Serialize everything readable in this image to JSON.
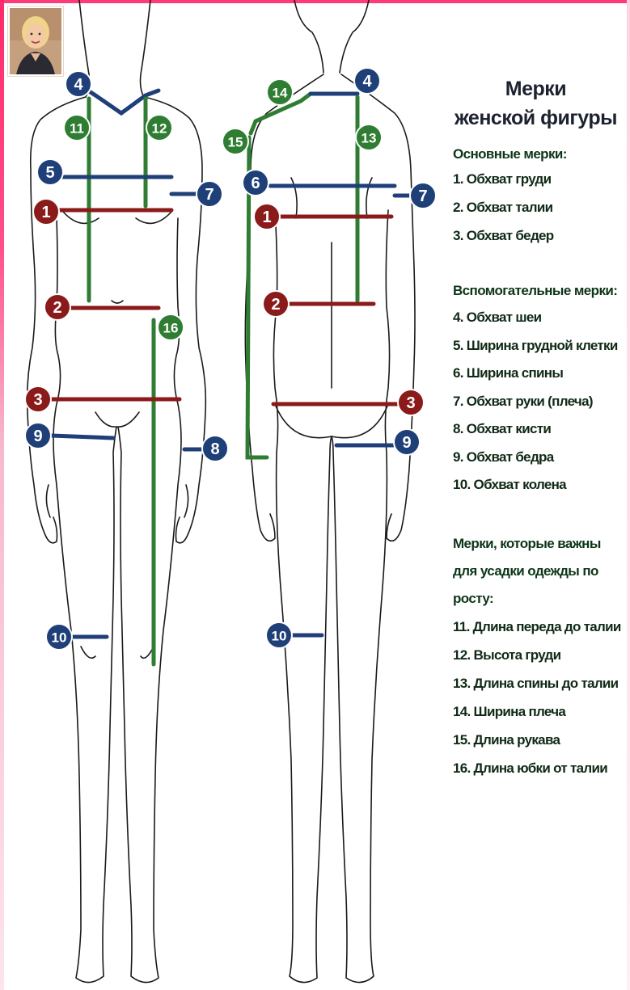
{
  "title": "Мерки\nженской фигуры",
  "title_lines": [
    "Мерки",
    "женской фигуры"
  ],
  "groups": [
    {
      "heading": "Основные мерки:",
      "items": [
        "1. Обхват груди",
        "2. Обхват талии",
        "3. Обхват бедер"
      ]
    },
    {
      "heading": "Вспомогательные мерки:",
      "items": [
        "4. Обхват шеи",
        "5. Ширина грудной клетки",
        "6. Ширина спины",
        "7. Обхват руки (плеча)",
        "8. Обхват кисти",
        "9. Обхват бедра",
        "10. Обхват колена"
      ]
    },
    {
      "heading": "Мерки, которые важны для усадки одежды по росту:",
      "items": [
        "11. Длина переда до талии",
        "12. Высота груди",
        "13. Длина спины до талии",
        "14. Ширина плеча",
        "15. Длина рукава",
        "16. Длина юбки от талии"
      ]
    }
  ],
  "markers": {
    "front": [
      "4",
      "11",
      "12",
      "5",
      "7",
      "1",
      "2",
      "16",
      "3",
      "9",
      "8",
      "10"
    ],
    "back": [
      "14",
      "4",
      "15",
      "13",
      "6",
      "7",
      "1",
      "2",
      "3",
      "9",
      "10"
    ]
  },
  "colors": {
    "red": "#8b1a1a",
    "blue": "#1f3f78",
    "green": "#2e7d32",
    "outline": "#1a1a1a",
    "accent_pink": "#ff3c7a"
  },
  "icons": [
    "avatar-photo"
  ]
}
